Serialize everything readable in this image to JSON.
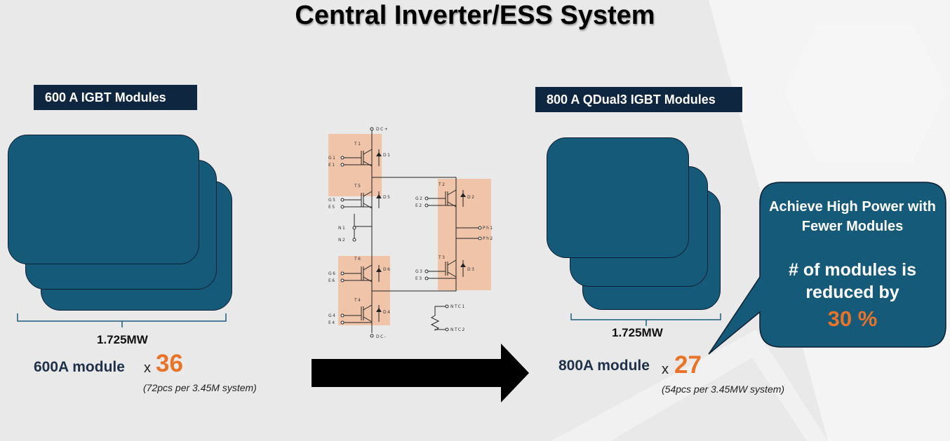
{
  "title": "Central Inverter/ESS System",
  "left": {
    "label": "600 A IGBT Modules",
    "power": "1.725MW",
    "module_label": "600A module",
    "x": "x",
    "count": "36",
    "note": "(72pcs per 3.45M system)"
  },
  "right": {
    "label": "800 A QDual3 IGBT Modules",
    "power": "1.725MW",
    "module_label": "800A module",
    "x": "x",
    "count": "27",
    "note": "(54pcs per 3.45MW system)"
  },
  "callout": {
    "line1": "Achieve High Power with Fewer Modules",
    "line2": "# of modules is reduced by",
    "value": "30 %"
  },
  "circuit": {
    "terminals": [
      "DC+",
      "DC-",
      "G1",
      "E1",
      "G5",
      "E5",
      "N1",
      "N2",
      "G6",
      "E6",
      "G4",
      "E4",
      "G2",
      "E2",
      "G3",
      "E3",
      "Ph1",
      "Ph2",
      "NTC1",
      "NTC2"
    ],
    "transistors": [
      "T1",
      "T5",
      "T6",
      "T4",
      "T2",
      "T3"
    ],
    "diodes": [
      "D1",
      "D5",
      "D6",
      "D4",
      "D2",
      "D3"
    ]
  },
  "colors": {
    "module_fill": "#165a7a",
    "label_bg": "#0f2640",
    "accent": "#e8742a",
    "circuit_highlight": "#f0c4a8"
  }
}
